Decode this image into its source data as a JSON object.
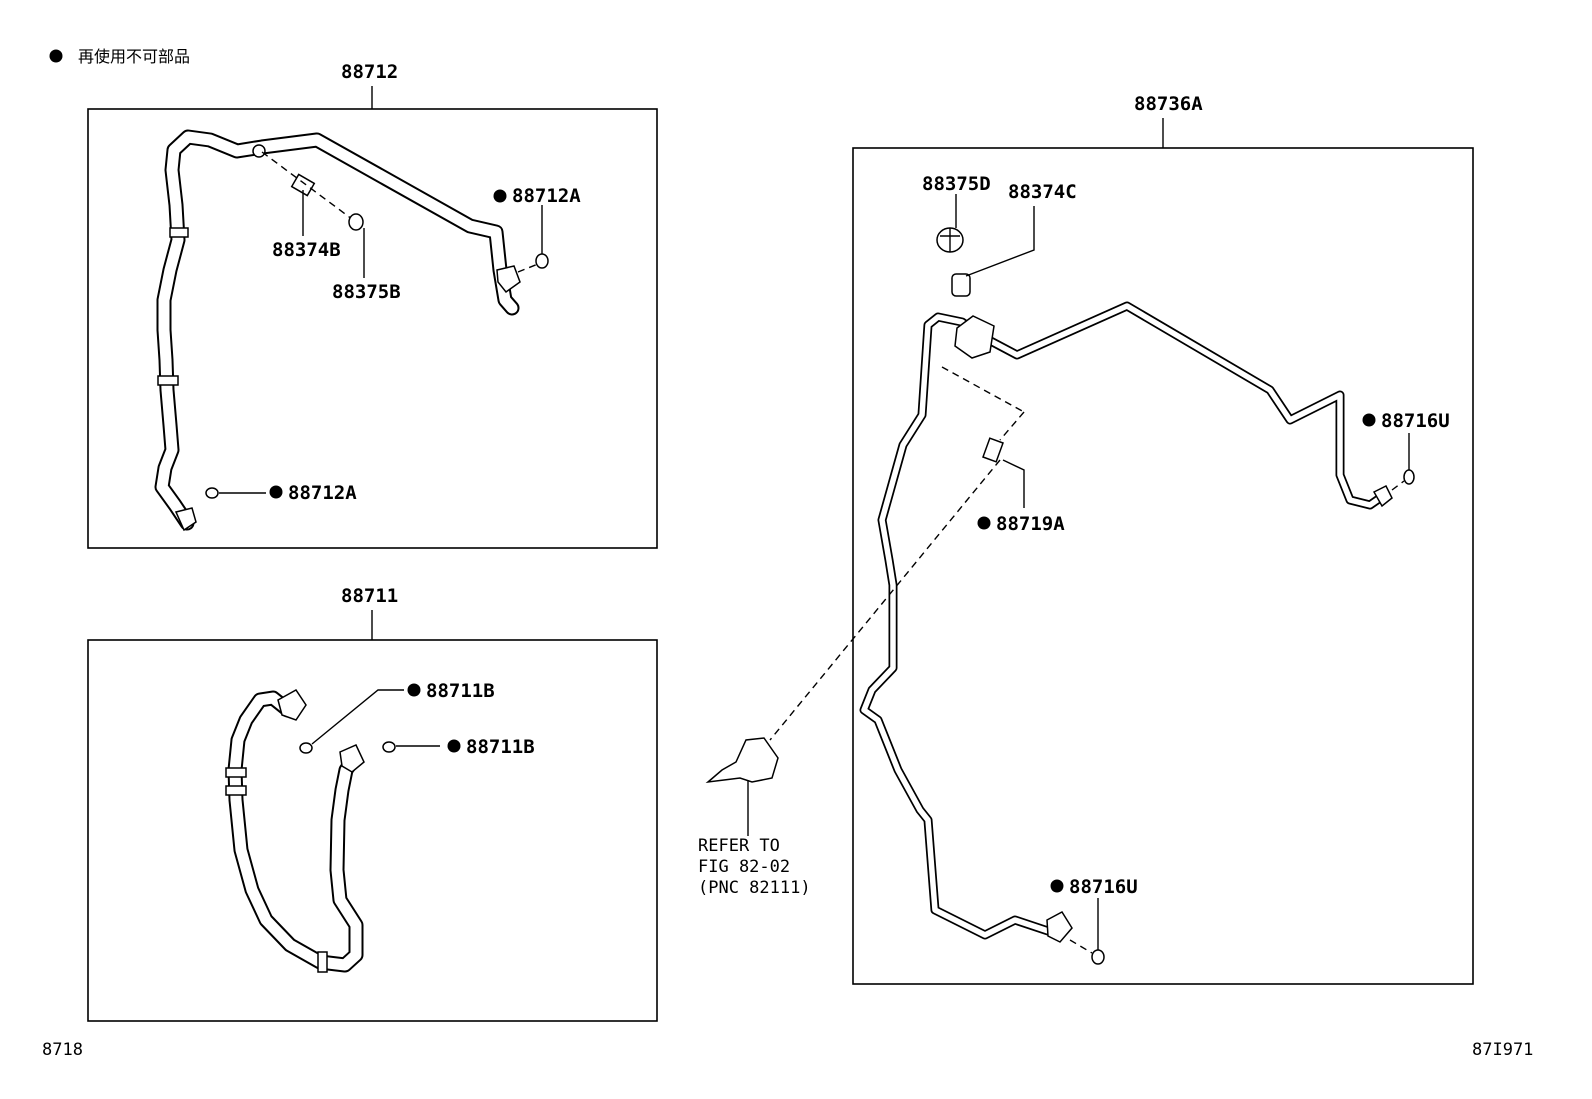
{
  "legend": {
    "text": "再使用不可部品"
  },
  "groups": {
    "g88712": {
      "label": "88712"
    },
    "g88711": {
      "label": "88711"
    },
    "g88736a": {
      "label": "88736A"
    }
  },
  "parts": {
    "p88712a_top": "88712A",
    "p88374b": "88374B",
    "p88375b": "88375B",
    "p88712a_bottom": "88712A",
    "p88711b_left": "88711B",
    "p88711b_right": "88711B",
    "p88375d": "88375D",
    "p88374c": "88374C",
    "p88716u_top": "88716U",
    "p88719a": "88719A",
    "p88716u_bottom": "88716U"
  },
  "refer": {
    "line1": "REFER TO",
    "line2": "FIG 82-02",
    "line3": "(PNC 82111)"
  },
  "footer": {
    "left_code": "8718",
    "right_code": "87I971"
  }
}
